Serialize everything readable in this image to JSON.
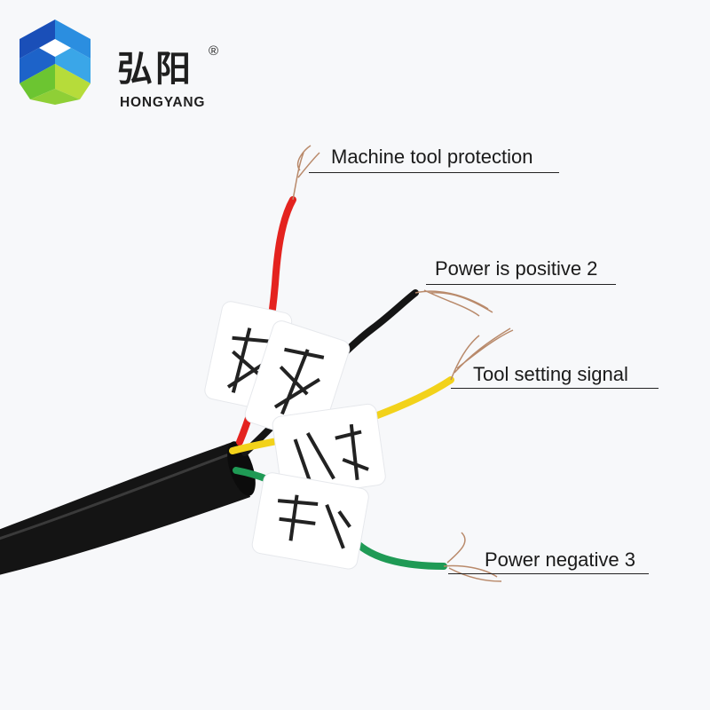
{
  "brand": {
    "name_cn": "弘阳",
    "name_en": "HONGYANG",
    "registered_mark": "®",
    "logo_colors": [
      "#1a4fb8",
      "#2b8ee0",
      "#6cc531",
      "#b6dc3a"
    ]
  },
  "labels": {
    "red_wire": "Machine tool protection",
    "black_wire": "Power is positive 2",
    "yellow_wire": "Tool setting signal",
    "green_wire": "Power negative 3"
  },
  "wire_colors": {
    "red": "#e4231f",
    "black": "#151515",
    "yellow": "#f2d21a",
    "green": "#1f9a55",
    "copper": "#b98a6b",
    "jacket": "#141414",
    "tag": "#ffffff"
  }
}
